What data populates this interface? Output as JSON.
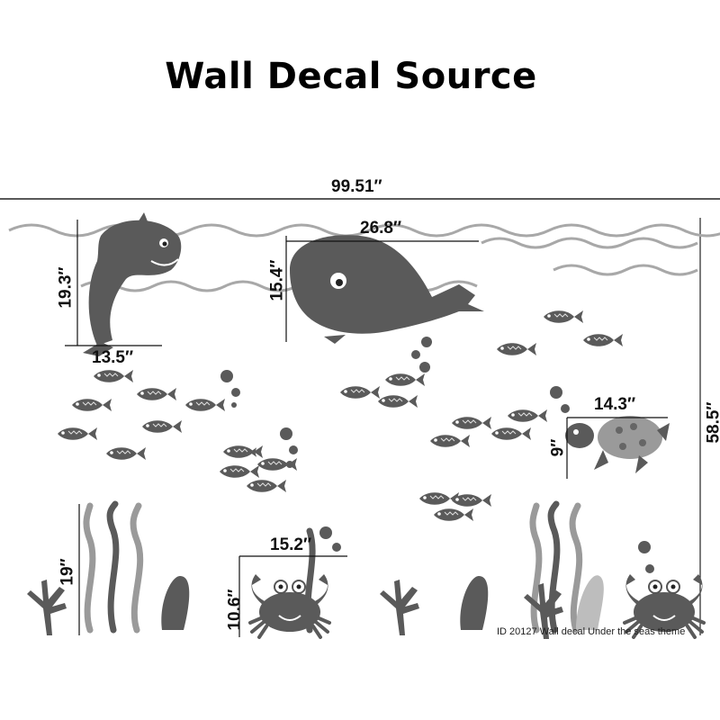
{
  "title": "Wall Decal Source",
  "dimensions": {
    "overall_width": "99.51″",
    "overall_height": "58.5″",
    "dolphin_height": "19.3″",
    "dolphin_width": "13.5″",
    "whale_width": "26.8″",
    "whale_height": "15.4″",
    "turtle_width": "14.3″",
    "turtle_height": "9″",
    "seaweed_height": "19″",
    "crab_width": "15.2″",
    "crab_height": "10.6″"
  },
  "caption": "ID 20127 Wall decal Under the seas theme",
  "colors": {
    "ink": "#555555",
    "light": "#9a9a9a",
    "wave": "#a8a8a8",
    "line": "#000000"
  },
  "elements": [
    "dolphin",
    "whale",
    "turtle",
    "crab",
    "crab",
    "fish",
    "seaweed",
    "coral",
    "bubbles",
    "waves"
  ]
}
